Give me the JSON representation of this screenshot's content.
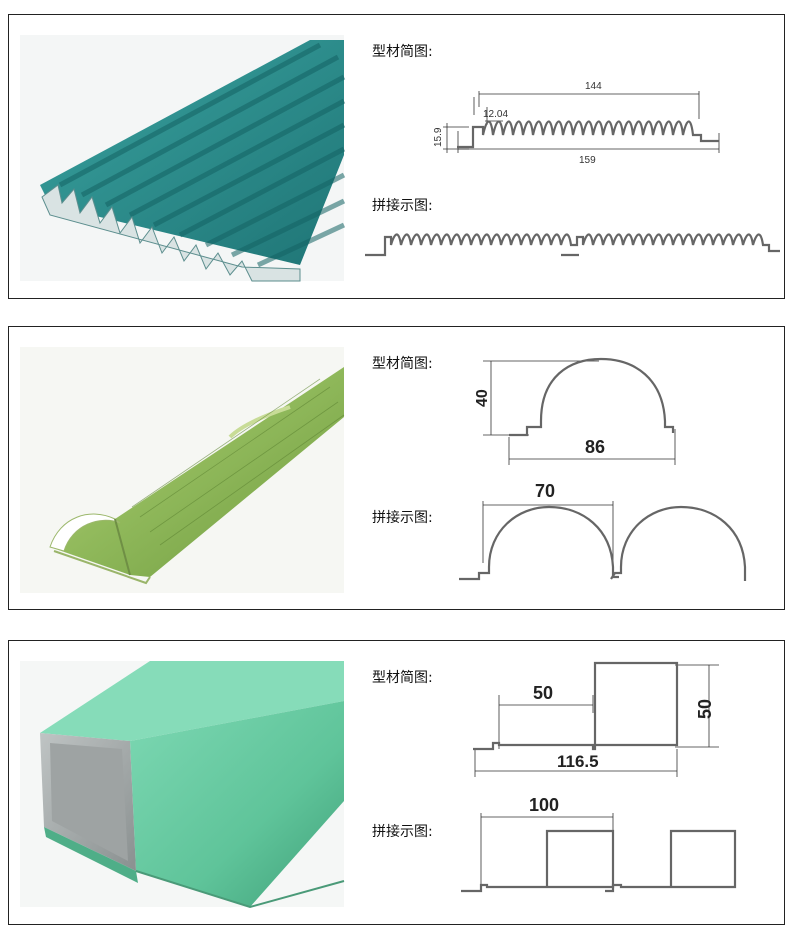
{
  "labels": {
    "profile": "型材简图:",
    "splice": "拼接示图:"
  },
  "panel1": {
    "dims": {
      "total_width": "144",
      "pitch": "12.04",
      "height": "15.9",
      "overall": "159"
    }
  },
  "panel2": {
    "dims": {
      "height": "40",
      "width": "86",
      "splice_width": "70"
    }
  },
  "panel3": {
    "dims": {
      "step": "50",
      "height": "50",
      "width": "116.5",
      "splice_width": "100"
    }
  },
  "colors": {
    "teal_panel": "#2f8f8e",
    "bamboo_green": "#8fb85a",
    "mint_green": "#5fc49a"
  }
}
